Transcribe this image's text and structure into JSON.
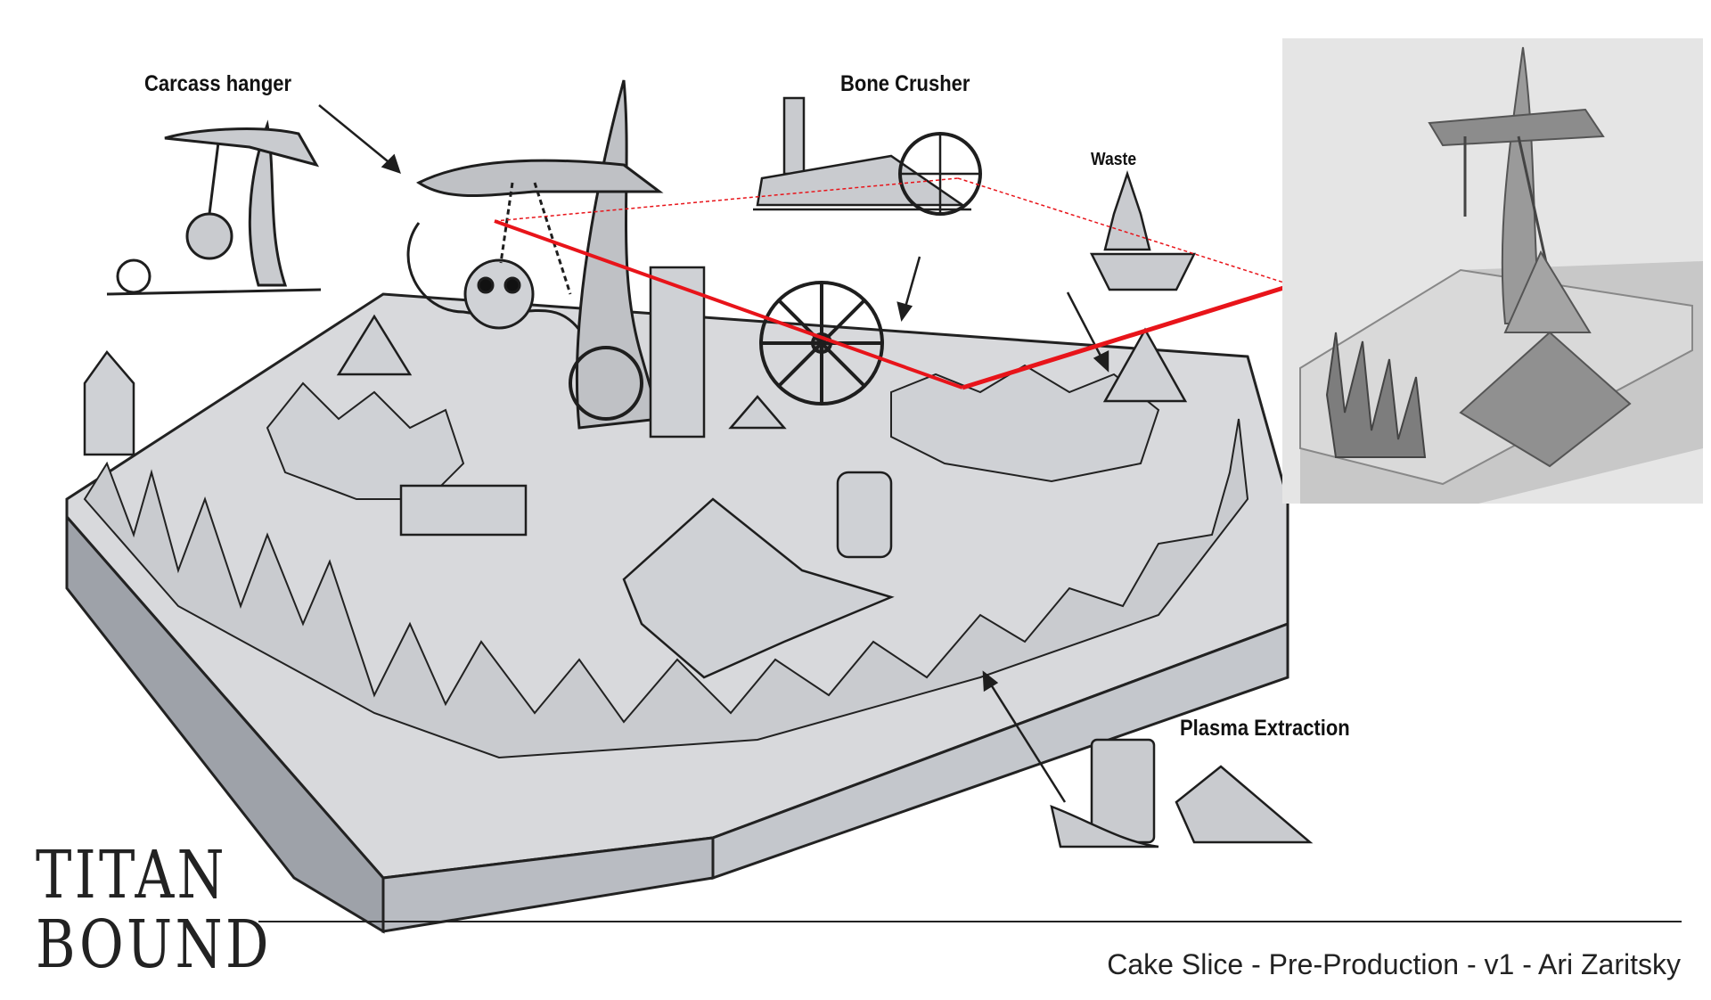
{
  "labels": {
    "carcass_hanger": "Carcass hanger",
    "bone_crusher": "Bone Crusher",
    "waste": "Waste",
    "plasma_extraction": "Plasma Extraction"
  },
  "logo": {
    "line1": "TITAN",
    "line2": "BOUND"
  },
  "credit": "Cake Slice - Pre-Production - v1 - Ari Zaritsky",
  "colors": {
    "background": "#ffffff",
    "diorama_top": "#dcdde0",
    "diorama_side": "#b9bcc2",
    "ink": "#1e1e1e",
    "highlight_red": "#e8141a",
    "inset_bg": "#5f6062"
  }
}
